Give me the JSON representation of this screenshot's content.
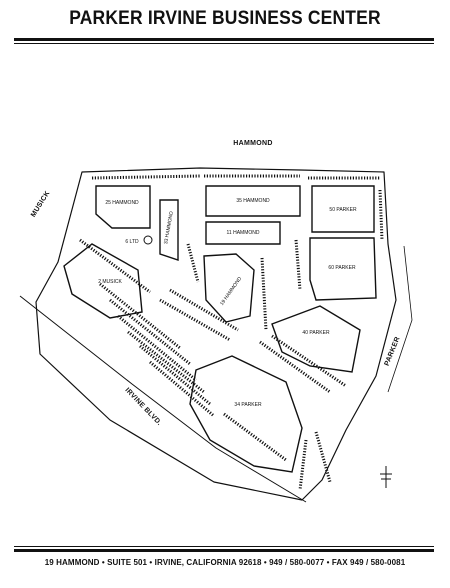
{
  "header": {
    "title": "PARKER IRVINE BUSINESS CENTER"
  },
  "roads": {
    "hammond": "HAMMOND",
    "musick": "MUSICK",
    "parker": "PARKER",
    "irvine": "IRVINE BLVD."
  },
  "buildings": {
    "b25_hammond": "25 HAMMOND",
    "b35_hammond": "35 HAMMOND",
    "b11_hammond": "11 HAMMOND",
    "b33_hammond": "33 HAMMOND",
    "b19_hammond": "19 HAMMOND",
    "b50_parker": "50 PARKER",
    "b60_parker": "60 PARKER",
    "b40_parker": "40 PARKER",
    "b34_parker": "34 PARKER",
    "b2_musick": "2 MUSICK",
    "b6_ltd": "6 LTD"
  },
  "footer": {
    "text": "19 HAMMOND • SUITE 501 • IRVINE, CALIFORNIA 92618 • 949 / 580-0077 • FAX 949 / 580-0081"
  }
}
